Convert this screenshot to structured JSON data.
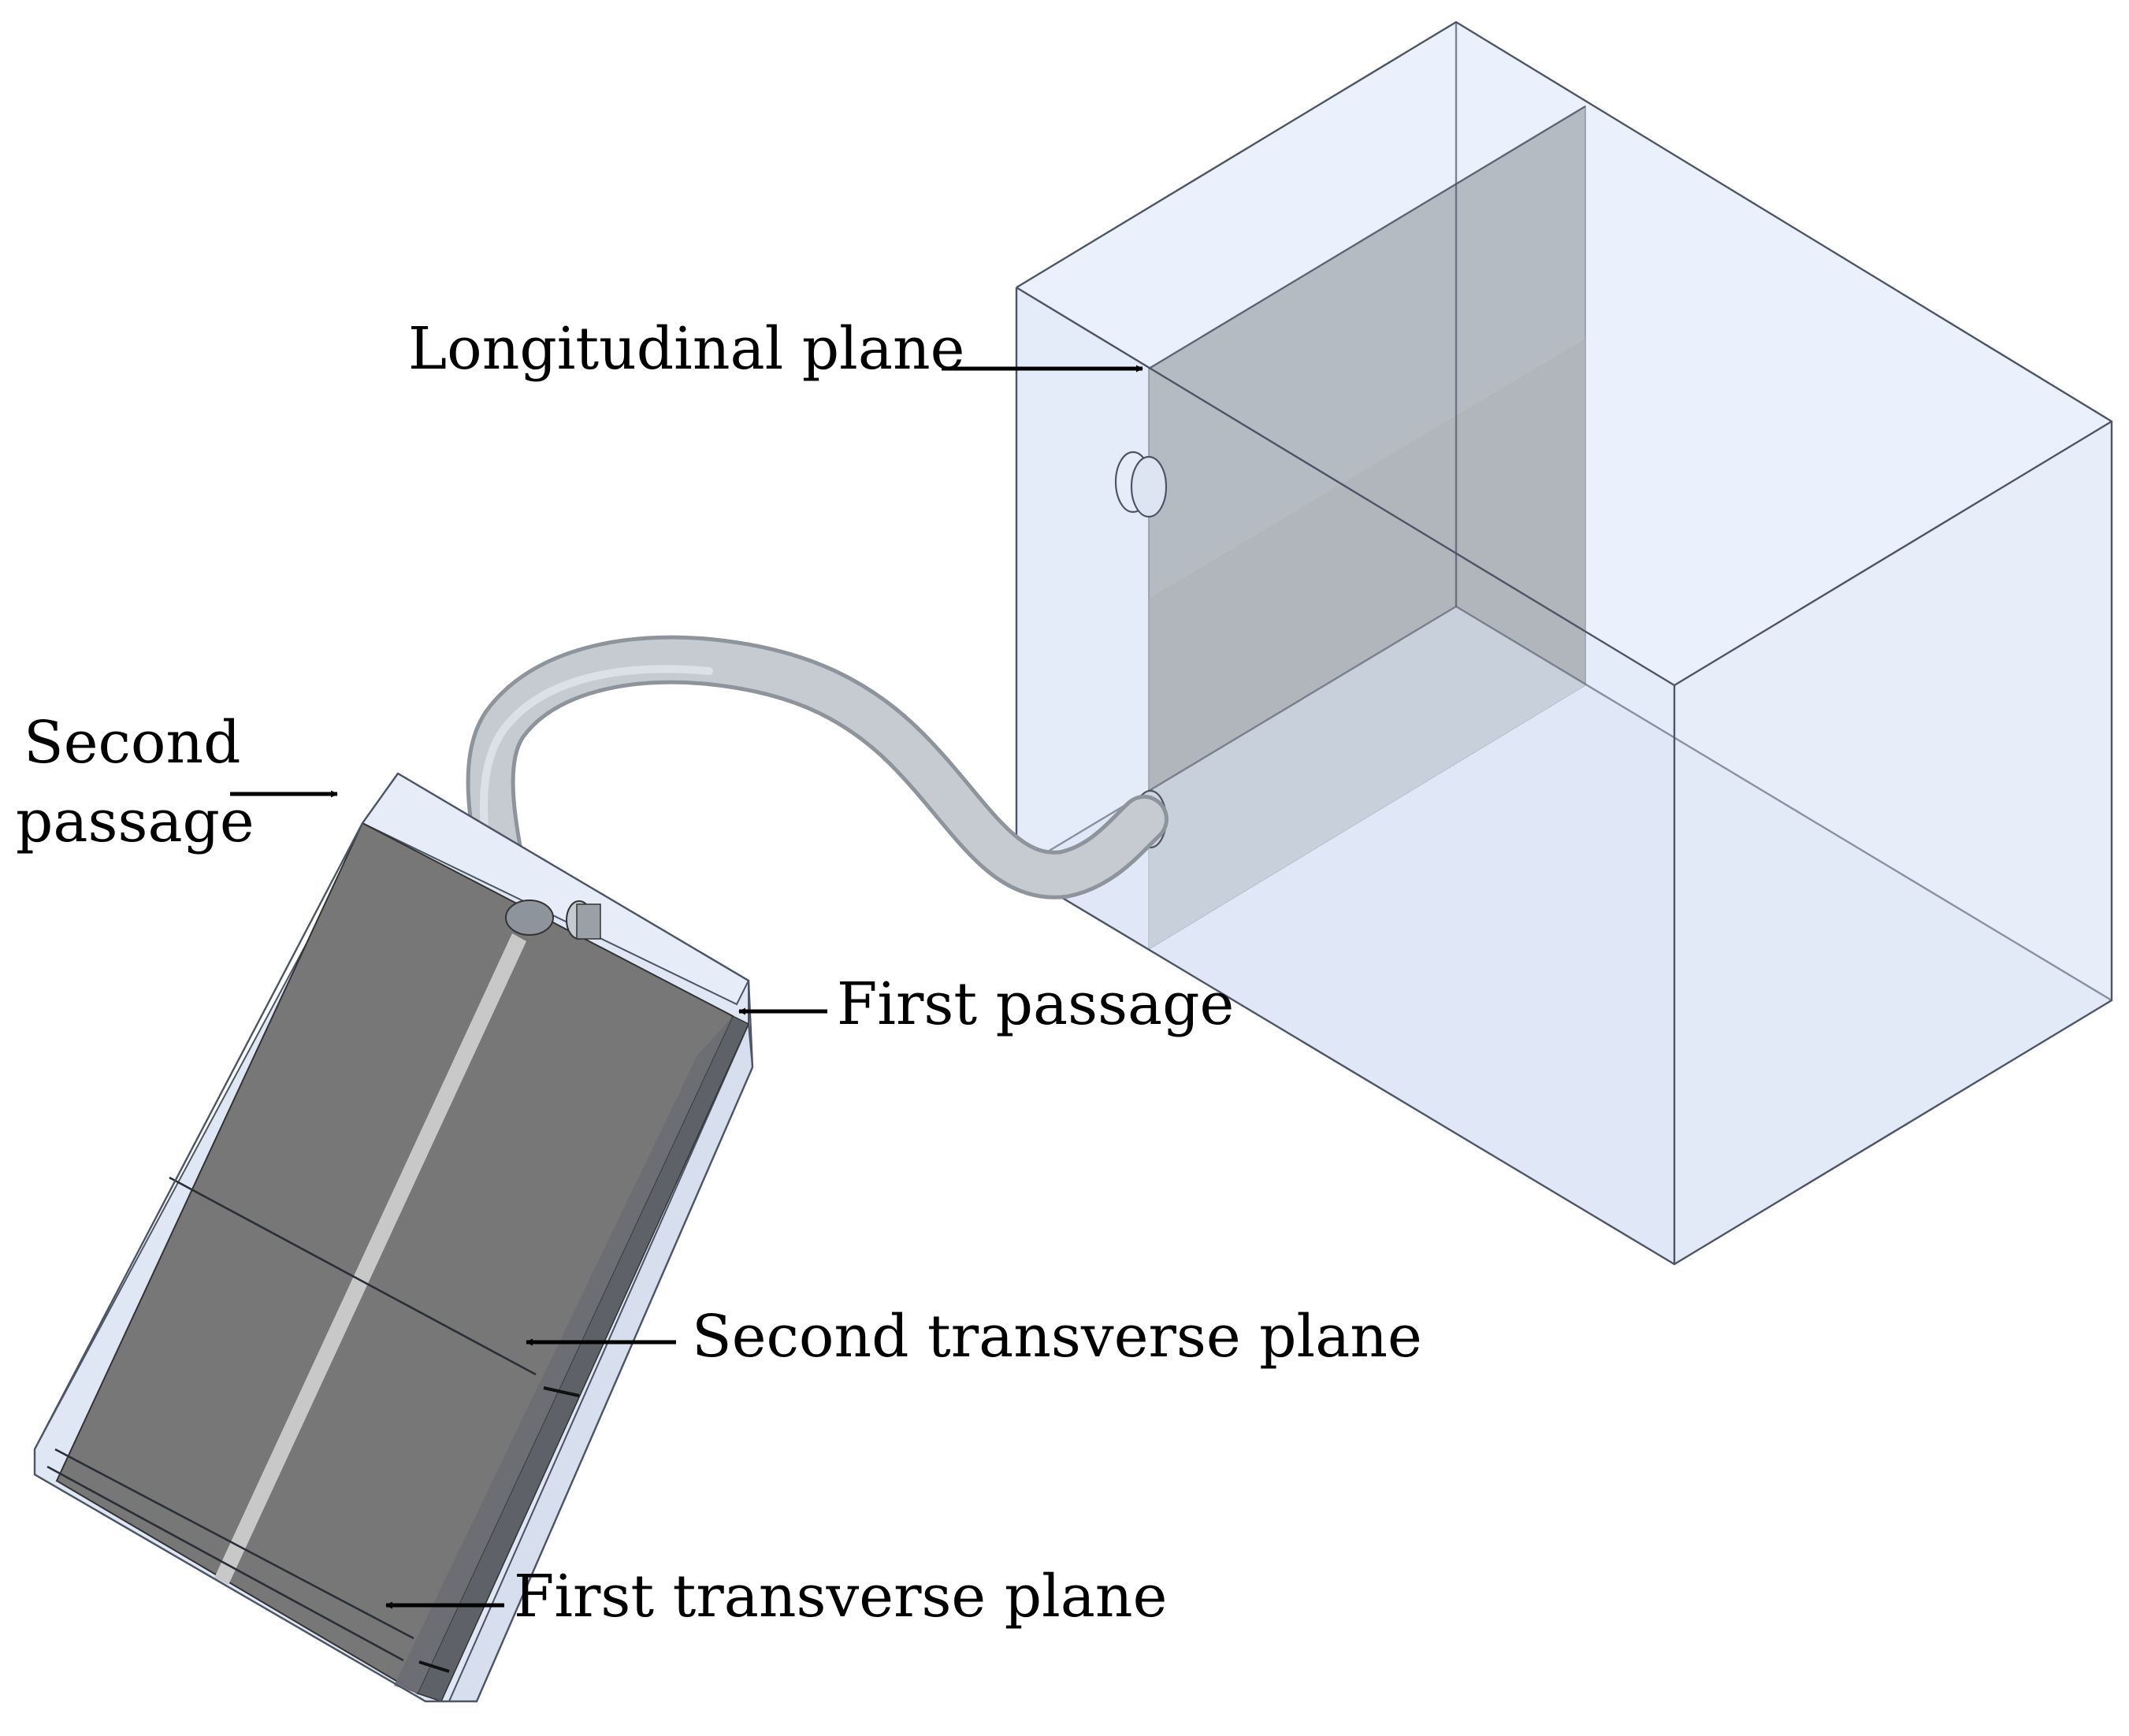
{
  "labels": {
    "longitudinal_plane": "Longitudinal plane",
    "second_passage_line1": "Second",
    "second_passage_line2": "passage",
    "first_passage": "First passage",
    "second_transverse_plane": "Second transverse plane",
    "first_transverse_plane": "First transverse plane"
  },
  "colors": {
    "tank_fill": "#e6eefb",
    "tank_edge": "#4d5566",
    "longitudinal_plane": "#b3b9c0",
    "passage_plane": "#7a7a7a",
    "pipe": "#c5cad2"
  }
}
